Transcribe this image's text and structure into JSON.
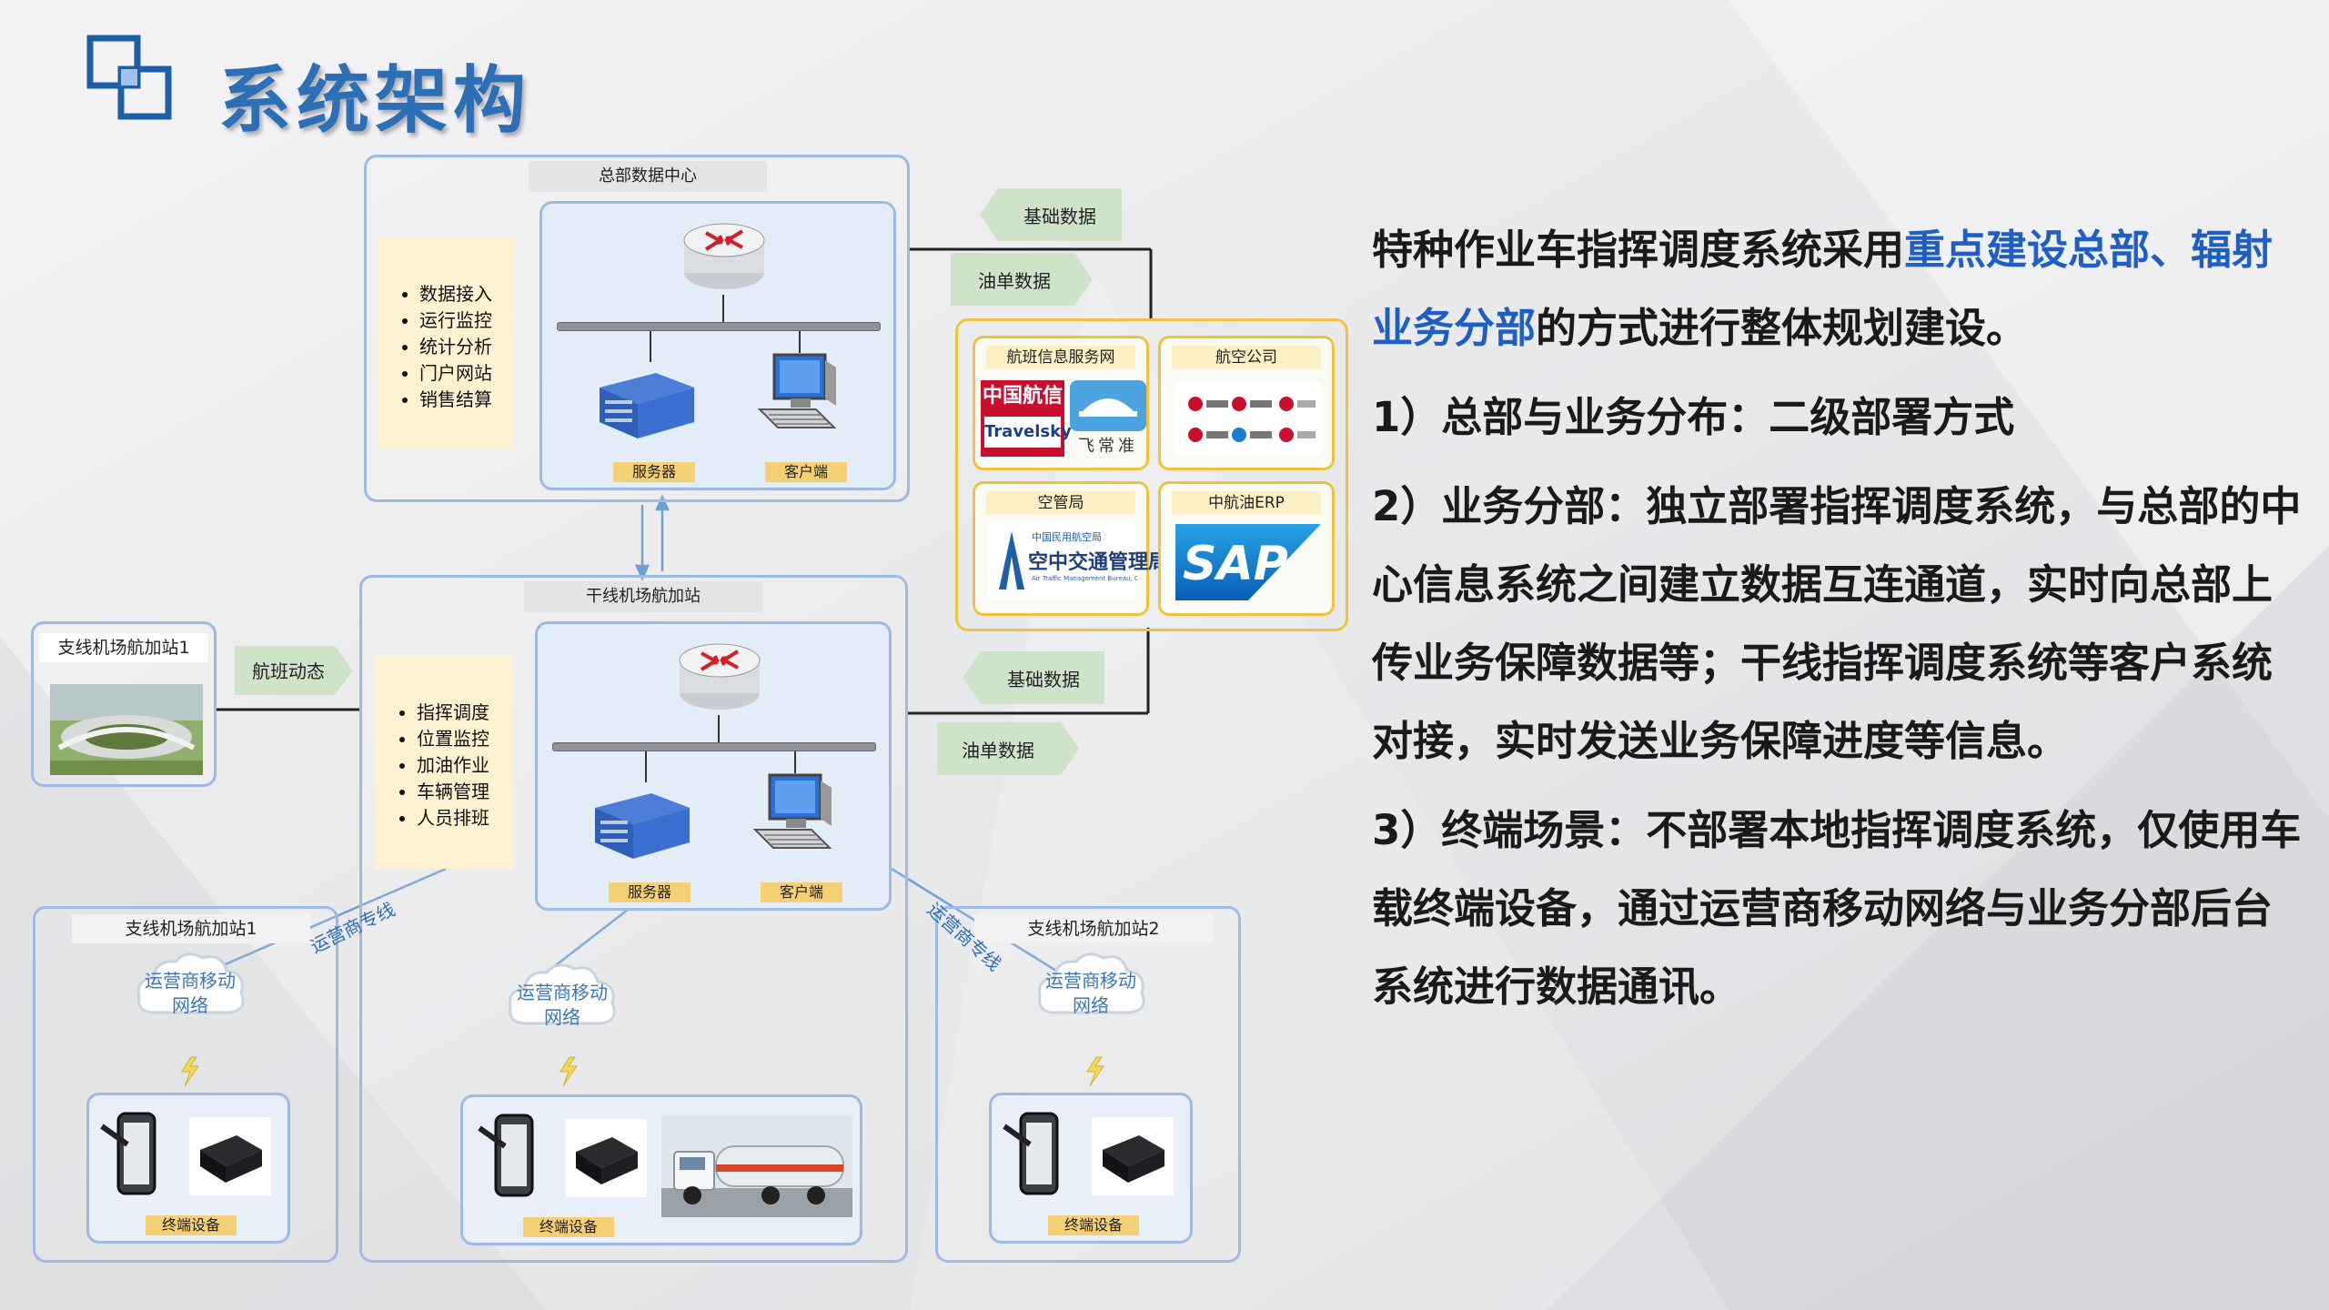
{
  "header": {
    "title": "系统架构"
  },
  "hq": {
    "title": "总部数据中心",
    "functions": [
      "数据接入",
      "运行监控",
      "统计分析",
      "门户网站",
      "销售结算"
    ],
    "server_label": "服务器",
    "client_label": "客户端"
  },
  "trunk": {
    "title": "干线机场航加站",
    "functions": [
      "指挥调度",
      "位置监控",
      "加油作业",
      "车辆管理",
      "人员排班"
    ],
    "server_label": "服务器",
    "client_label": "客户端"
  },
  "branch1_top": {
    "title": "支线机场航加站1"
  },
  "flight_dynamics_label": "航班动态",
  "arrows": {
    "basic_data_1": "基础数据",
    "fuel_order_1": "油单数据",
    "basic_data_2": "基础数据",
    "fuel_order_2": "油单数据"
  },
  "partners": {
    "tiles": [
      {
        "title": "航班信息服务网",
        "logo_text_1": "中国航信",
        "logo_text_2": "Travelsky",
        "logo_text_3": "飞常准"
      },
      {
        "title": "航空公司"
      },
      {
        "title": "空管局",
        "logo_text_1": "中国民用航空局",
        "logo_text_2": "空中交通管理局",
        "logo_text_3": "Air Traffic Management Bureau, CAAC"
      },
      {
        "title": "中航油ERP",
        "logo_text_1": "SAP"
      }
    ]
  },
  "carrier_line_label": "运营商专线",
  "mobile_network_label": [
    "运营商移动",
    "网络"
  ],
  "terminal_label": "终端设备",
  "bottom_left": {
    "title": "支线机场航加站1"
  },
  "bottom_right": {
    "title": "支线机场航加站2"
  },
  "description": {
    "intro_pre": "特种作业车指挥调度系统采用",
    "intro_highlight": "重点建设总部、辐射业务分部",
    "intro_post": "的方式进行整体规划建设。",
    "point1": "1）总部与业务分布：二级部署方式",
    "point2": "2）业务分部：独立部署指挥调度系统，与总部的中心信息系统之间建立数据互连通道，实时向总部上传业务保障数据等；干线指挥调度系统等客户系统对接，实时发送业务保障进度等信息。",
    "point3": "3）终端场景：不部署本地指挥调度系统，仅使用车载终端设备，通过运营商移动网络与业务分部后台系统进行数据通讯。"
  },
  "colors": {
    "accent": "#2d6fb6",
    "highlight": "#1f5fc5",
    "panel_border": "#9dbbe2",
    "partner_border": "#f0c23e"
  }
}
